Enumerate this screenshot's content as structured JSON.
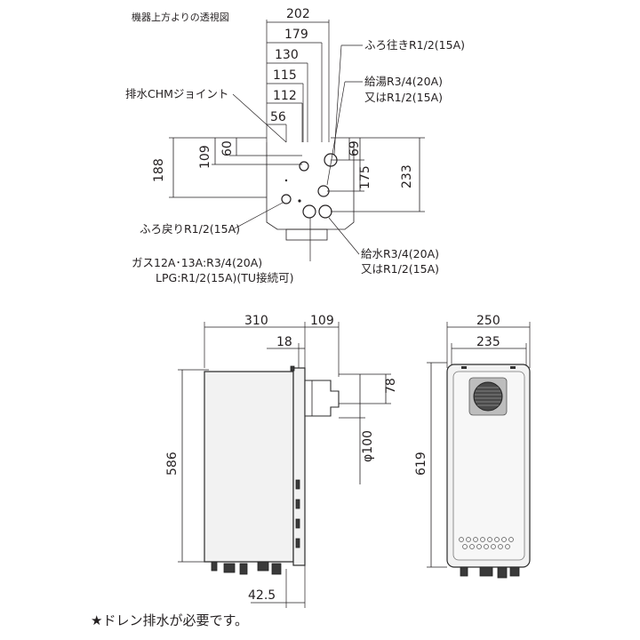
{
  "top_view": {
    "title": "機器上方よりの透視図",
    "dims": {
      "d202": "202",
      "d179": "179",
      "d130": "130",
      "d115": "115",
      "d112": "112",
      "d56": "56",
      "d109": "109",
      "d60": "60",
      "d188": "188",
      "d69": "69",
      "d175": "175",
      "d233": "233"
    },
    "labels": {
      "drain_joint": "排水CHMジョイント",
      "bath_out": "ふろ往きR1/2(15A)",
      "hot_supply_1": "給湯R3/4(20A)",
      "hot_supply_2": "又はR1/2(15A)",
      "bath_return": "ふろ戻りR1/2(15A)",
      "gas_1": "ガス12A･13A:R3/4(20A)",
      "gas_2": "LPG:R1/2(15A)(TU接続可)",
      "water_1": "給水R3/4(20A)",
      "water_2": "又はR1/2(15A)"
    }
  },
  "side_view": {
    "dims": {
      "d310": "310",
      "d109": "109",
      "d18": "18",
      "d78": "78",
      "d_phi100": "φ100",
      "d586": "586",
      "d42_5": "42.5"
    }
  },
  "front_view": {
    "dims": {
      "d250": "250",
      "d235": "235",
      "d619": "619"
    }
  },
  "footnote": "★ドレン排水が必要です。"
}
